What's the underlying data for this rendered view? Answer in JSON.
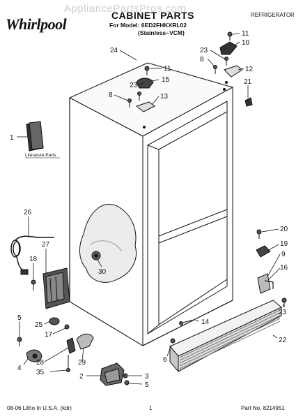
{
  "header": {
    "watermark": "AppliancePartsPros.com",
    "brand": "Whirlpool",
    "title": "CABINET PARTS",
    "model_line": "For Model: 6ED2FHKXRL02",
    "variant_line": "(Stainless~VCM)",
    "category": "REFRIGERATOR"
  },
  "literature_label": "Literature Parts",
  "callouts": [
    {
      "id": "11a",
      "text": "11"
    },
    {
      "id": "10",
      "text": "10"
    },
    {
      "id": "23a",
      "text": "23"
    },
    {
      "id": "8a",
      "text": "8"
    },
    {
      "id": "12",
      "text": "12"
    },
    {
      "id": "21",
      "text": "21"
    },
    {
      "id": "24",
      "text": "24"
    },
    {
      "id": "11b",
      "text": "11"
    },
    {
      "id": "23b",
      "text": "23"
    },
    {
      "id": "15",
      "text": "15"
    },
    {
      "id": "8b",
      "text": "8"
    },
    {
      "id": "13",
      "text": "13"
    },
    {
      "id": "1",
      "text": "1"
    },
    {
      "id": "26",
      "text": "26"
    },
    {
      "id": "27",
      "text": "27"
    },
    {
      "id": "18",
      "text": "18"
    },
    {
      "id": "30",
      "text": "30"
    },
    {
      "id": "20",
      "text": "20"
    },
    {
      "id": "19",
      "text": "19"
    },
    {
      "id": "9",
      "text": "9"
    },
    {
      "id": "16",
      "text": "16"
    },
    {
      "id": "5a",
      "text": "5"
    },
    {
      "id": "25",
      "text": "25"
    },
    {
      "id": "17",
      "text": "17"
    },
    {
      "id": "14",
      "text": "14"
    },
    {
      "id": "23c",
      "text": "23"
    },
    {
      "id": "22",
      "text": "22"
    },
    {
      "id": "4",
      "text": "4"
    },
    {
      "id": "28",
      "text": "28"
    },
    {
      "id": "29",
      "text": "29"
    },
    {
      "id": "6",
      "text": "6"
    },
    {
      "id": "35",
      "text": "35"
    },
    {
      "id": "2",
      "text": "2"
    },
    {
      "id": "3",
      "text": "3"
    },
    {
      "id": "5b",
      "text": "5"
    }
  ],
  "footer": {
    "left": "08-06 Litho In U.S.A. (kdr)",
    "page": "1",
    "right": "Part No. 8214951"
  }
}
